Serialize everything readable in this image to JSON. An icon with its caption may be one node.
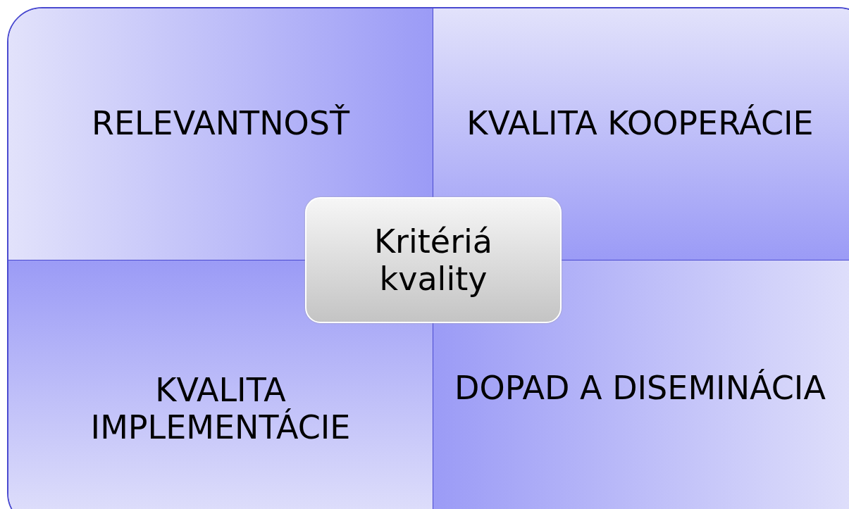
{
  "diagram": {
    "nodes": [
      {
        "text": [
          "RELEVANTNOSŤ"
        ]
      },
      {
        "text": [
          "KVALITA KOOPERÁCIE"
        ]
      },
      {
        "text": [
          "Kritériá kvality"
        ]
      },
      {
        "text": [
          "KVALITA IMPLEMENTÁCIE"
        ]
      },
      {
        "text": [
          "DOPAD A DISEMINÁCIA"
        ]
      }
    ],
    "edges": []
  }
}
